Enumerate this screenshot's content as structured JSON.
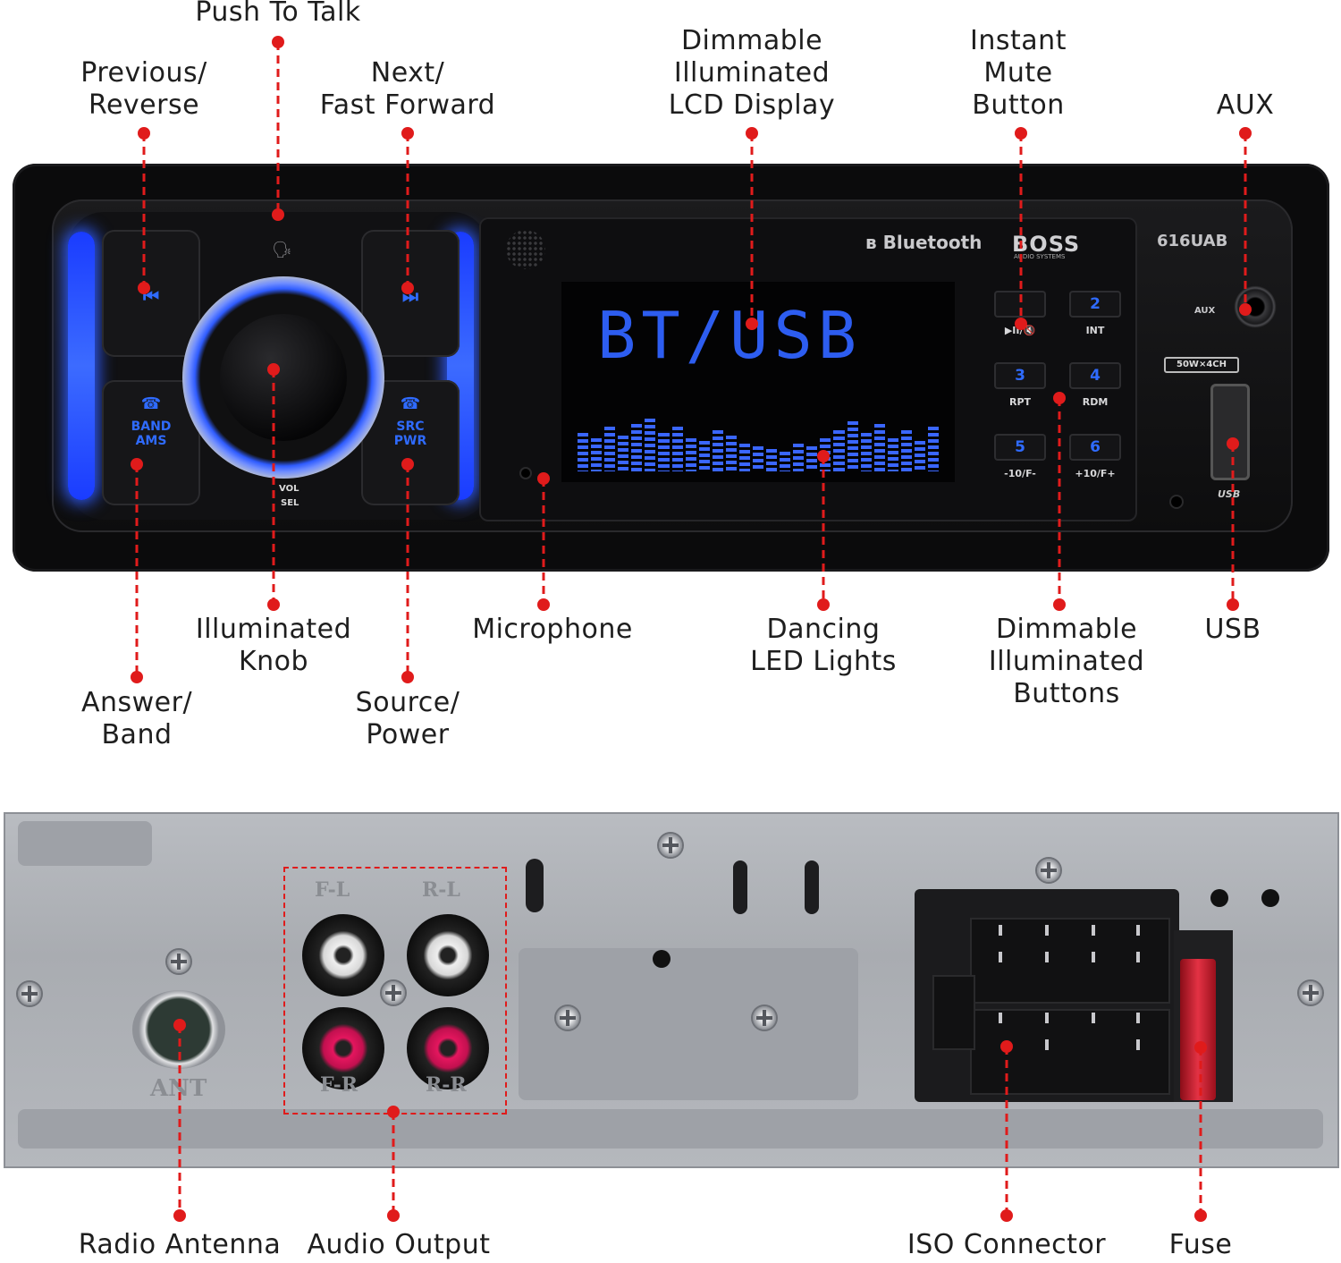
{
  "callouts": {
    "push_to_talk": "Push To Talk",
    "previous": [
      "Previous/",
      "Reverse"
    ],
    "next": [
      "Next/",
      "Fast Forward"
    ],
    "lcd_display": [
      "Dimmable",
      "Illuminated",
      "LCD Display"
    ],
    "mute": [
      "Instant",
      "Mute",
      "Button"
    ],
    "aux": "AUX",
    "answer": [
      "Answer/",
      "Band"
    ],
    "knob": [
      "Illuminated",
      "Knob"
    ],
    "source": [
      "Source/",
      "Power"
    ],
    "microphone": "Microphone",
    "dancing": [
      "Dancing",
      "LED Lights"
    ],
    "buttons": [
      "Dimmable",
      "Illuminated",
      "Buttons"
    ],
    "usb": "USB",
    "radio_antenna": "Radio Antenna",
    "audio_output": "Audio Output",
    "iso_connector": "ISO Connector",
    "fuse": "Fuse"
  },
  "radio": {
    "bluetooth_logo": "Bluetooth",
    "brand": "BOSS",
    "brand_sub": "AUDIO SYSTEMS",
    "model": "616UAB",
    "lcd_text": "BT/USB",
    "band_label": [
      "BAND",
      "AMS"
    ],
    "src_label": [
      "SRC",
      "PWR"
    ],
    "vol_label": "VOL",
    "sel_label": "SEL",
    "aux_label": "AUX",
    "watt_label": "50W×4CH",
    "usb_label": "USB",
    "keys": [
      {
        "num": "",
        "label": "▶II/🔇"
      },
      {
        "num": "2",
        "label": "INT"
      },
      {
        "num": "3",
        "label": "RPT"
      },
      {
        "num": "4",
        "label": "RDM"
      },
      {
        "num": "5",
        "label": "-10/F-"
      },
      {
        "num": "6",
        "label": "+10/F+"
      }
    ]
  },
  "chassis": {
    "antenna_label": "ANT",
    "rca_labels": [
      "F-L",
      "R-L",
      "F-R",
      "R-R"
    ]
  },
  "colors": {
    "leader": "#e01b1b",
    "illumination": "#2f5cff",
    "rca_red": "#e4165e"
  }
}
